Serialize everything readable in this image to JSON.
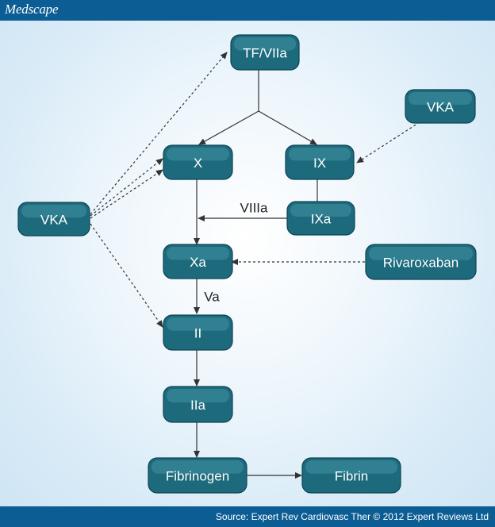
{
  "header": {
    "brand": "Medscape"
  },
  "footer": {
    "source": "Source: Expert Rev Cardiovasc Ther © 2012 Expert Reviews Ltd"
  },
  "diagram": {
    "nodes": [
      {
        "id": "tf-viia",
        "label": "TF/VIIa"
      },
      {
        "id": "vka-right",
        "label": "VKA"
      },
      {
        "id": "x",
        "label": "X"
      },
      {
        "id": "ix",
        "label": "IX"
      },
      {
        "id": "vka-left",
        "label": "VKA"
      },
      {
        "id": "ixa",
        "label": "IXa"
      },
      {
        "id": "xa",
        "label": "Xa"
      },
      {
        "id": "rivaroxaban",
        "label": "Rivaroxaban"
      },
      {
        "id": "ii",
        "label": "II"
      },
      {
        "id": "iia",
        "label": "IIa"
      },
      {
        "id": "fibrinogen",
        "label": "Fibrinogen"
      },
      {
        "id": "fibrin",
        "label": "Fibrin"
      }
    ],
    "edge_labels": {
      "viiia": "VIIIa",
      "va": "Va"
    }
  }
}
